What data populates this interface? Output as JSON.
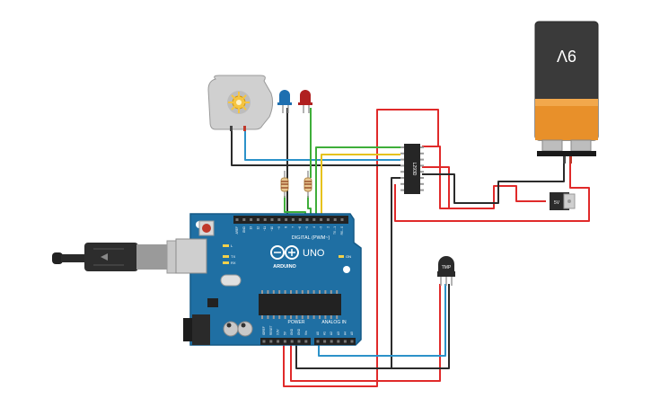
{
  "battery": {
    "label": "9V"
  },
  "arduino": {
    "brand": "ARDUINO",
    "model": "UNO",
    "digital_header": "DIGITAL (PWM~)",
    "power_header": "POWER",
    "analog_header": "ANALOG IN",
    "led_l": "L",
    "led_tx": "TX",
    "led_rx": "RX",
    "led_on": "ON",
    "digital_pins": [
      "AREF",
      "GND",
      "13",
      "12",
      "~11",
      "~10",
      "~9",
      "8",
      "7",
      "~6",
      "~5",
      "4",
      "~3",
      "2",
      "TX→1",
      "RX←0"
    ],
    "power_pins": [
      "IOREF",
      "RESET",
      "3.3V",
      "5V",
      "GND",
      "GND",
      "Vin"
    ],
    "analog_pins": [
      "A0",
      "A1",
      "A2",
      "A3",
      "A4",
      "A5"
    ]
  },
  "driver_ic": {
    "label": "L293D"
  },
  "regulator": {
    "label": "5V"
  },
  "sensor": {
    "label": "TMP"
  },
  "colors": {
    "wire_red": "#e02a2a",
    "wire_black": "#2b2b2b",
    "wire_blue": "#2c92c9",
    "wire_green": "#3fae3a",
    "wire_yellow": "#e6c21a",
    "board": "#1f6fa3",
    "battery_body": "#3a3a3a",
    "battery_band": "#e8902a"
  },
  "icons": [
    "usb-cable-icon",
    "dc-motor-icon",
    "led-icon",
    "resistor-icon"
  ]
}
